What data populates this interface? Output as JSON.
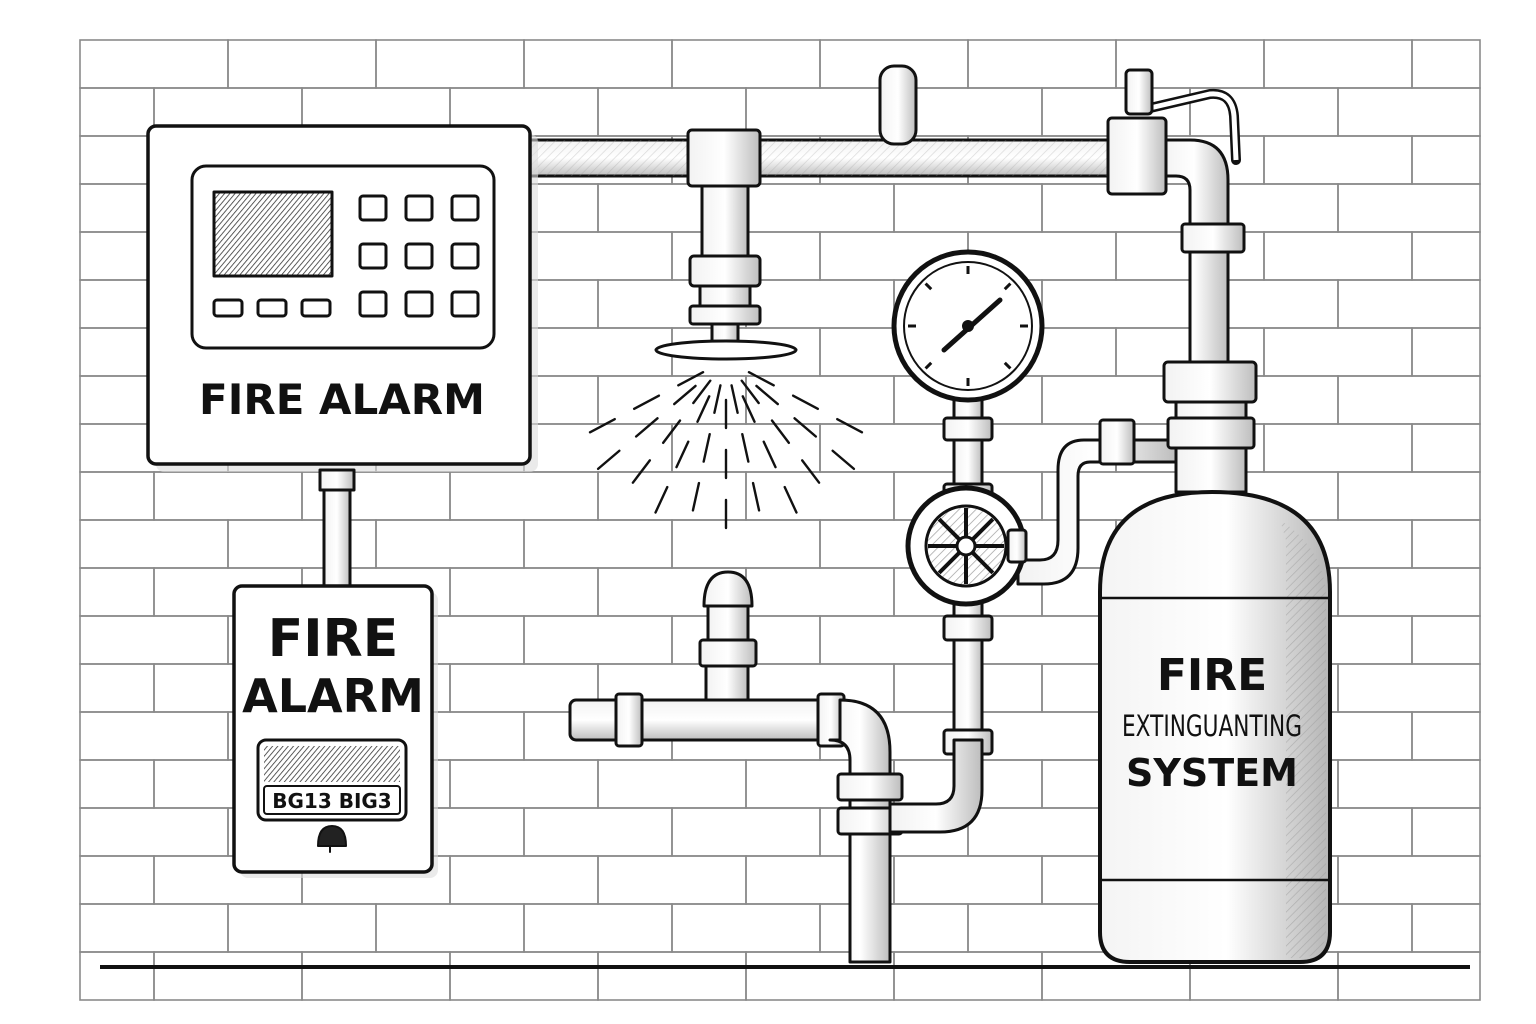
{
  "panel": {
    "label": "FIRE ALARM"
  },
  "pull_station": {
    "label_line1": "FIRE",
    "label_line2": "ALARM",
    "code": "BG13 BIG3"
  },
  "cylinder": {
    "label_line1": "FIRE",
    "label_line2": "EXTINGUANTING",
    "label_line3": "SYSTEM"
  },
  "colors": {
    "ink": "#111111",
    "paper": "#ffffff",
    "brick_line": "#8a8a8a",
    "hatch": "#9a9a9a"
  }
}
